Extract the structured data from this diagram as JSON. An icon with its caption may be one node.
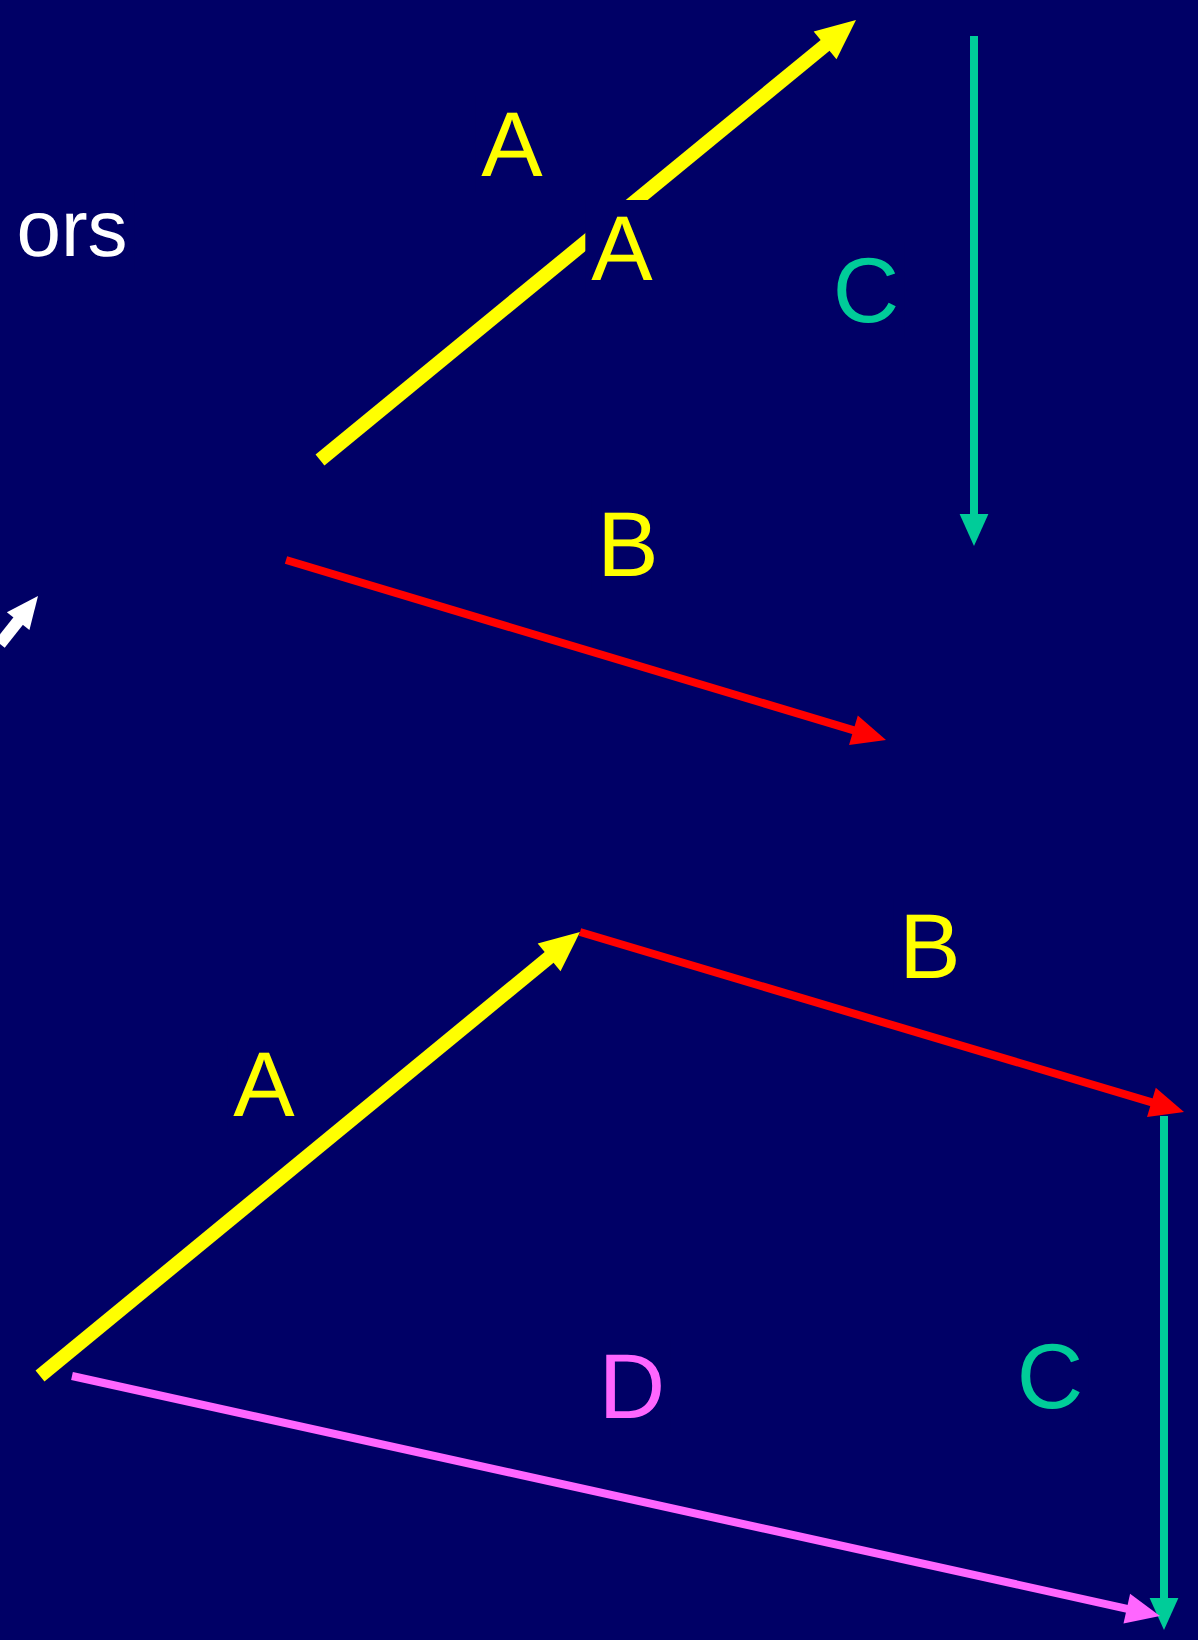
{
  "diagram": {
    "labels": [
      "ors",
      "A",
      "A",
      "C",
      "B",
      "B",
      "A",
      "C",
      "D"
    ]
  }
}
